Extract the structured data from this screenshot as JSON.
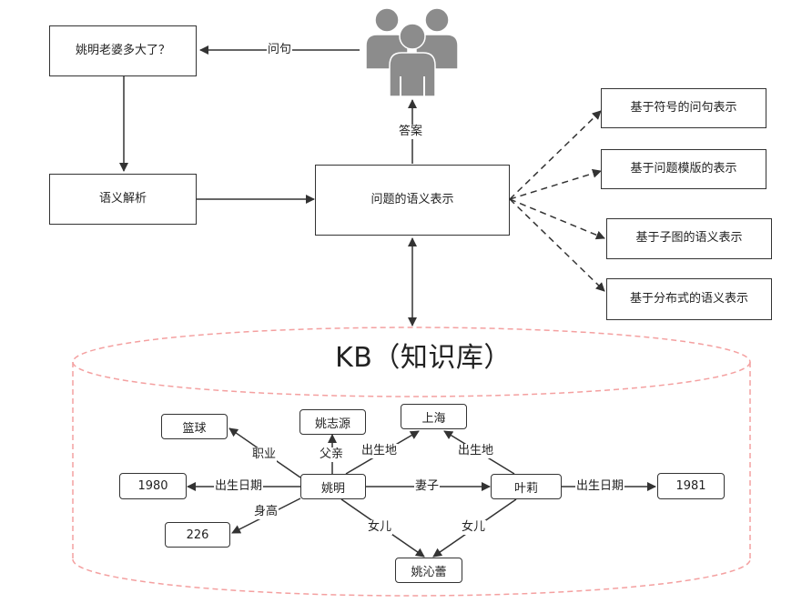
{
  "question": "姚明老婆多大了？",
  "ask_label": "问句",
  "answer_label": "答案",
  "parse_step": "语义解析",
  "semantic_repr": "问题的语义表示",
  "repr_methods": [
    "基于符号的问句表示",
    "基于问题模版的表示",
    "基于子图的语义表示",
    "基于分布式的语义表示"
  ],
  "kb": {
    "title": "KB（知识库）",
    "entities": {
      "yaoming": "姚明",
      "yeli": "叶莉",
      "basketball": "篮球",
      "yaozhiyuan": "姚志源",
      "shanghai": "上海",
      "y1980": "1980",
      "h226": "226",
      "y1981": "1981",
      "yaoqinlei": "姚沁蕾"
    },
    "relations": {
      "career": "职业",
      "father": "父亲",
      "birthplace_yao": "出生地",
      "birthplace_ye": "出生地",
      "birthdate_yao": "出生日期",
      "height": "身高",
      "wife": "妻子",
      "birthdate_ye": "出生日期",
      "daughter_yao": "女儿",
      "daughter_ye": "女儿"
    }
  },
  "colors": {
    "cylinder": "#f4a0a0",
    "stroke": "#333333",
    "user_icon": "#8c8c8c"
  }
}
